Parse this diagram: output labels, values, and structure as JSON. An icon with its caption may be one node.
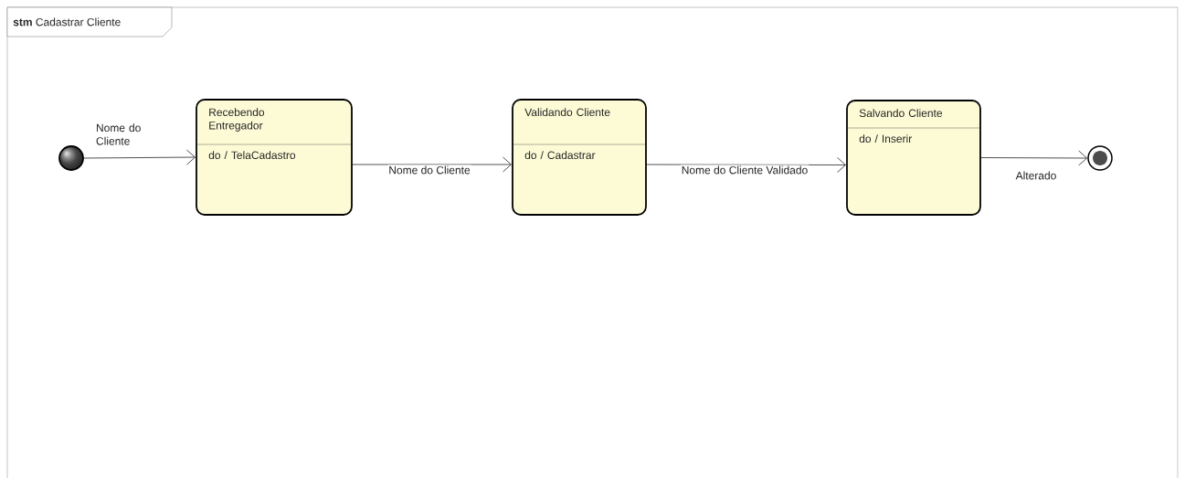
{
  "diagram": {
    "title": "**stm** Cadastrar Cliente",
    "nodes": [
      {
        "text": [],
        "shape": "circle"
      },
      {
        "text": [
          "Recebendo Entregador",
          "do / TelaCadastro"
        ]
      },
      {
        "text": [
          "Validando Cliente",
          "do / Cadastrar"
        ]
      },
      {
        "text": [
          "Salvando Cliente",
          "do / Inserir"
        ]
      },
      {
        "text": [],
        "shape": "circle"
      }
    ],
    "edges": [
      {
        "from": 0,
        "to": 1,
        "arrow": "to",
        "label": "Nome do Cliente"
      },
      {
        "from": 1,
        "to": 2,
        "arrow": "to",
        "label": "Nome do Cliente"
      },
      {
        "from": 2,
        "to": 3,
        "arrow": "to",
        "label": "Nome do Cliente Validado"
      },
      {
        "from": 3,
        "to": 4,
        "arrow": "to",
        "label": "Alterado"
      }
    ]
  }
}
